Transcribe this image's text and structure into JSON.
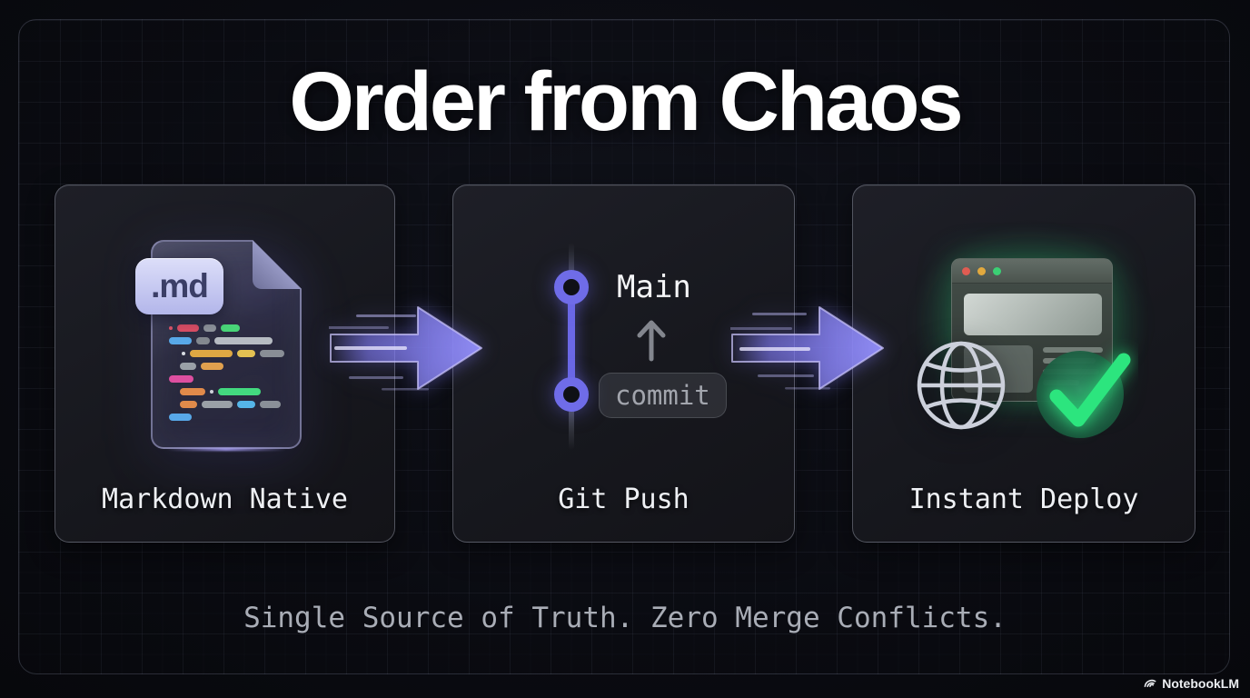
{
  "slide": {
    "title": "Order from Chaos",
    "subtitle": "Single Source of Truth. Zero Merge Conflicts.",
    "watermark": "NotebookLM"
  },
  "cards": {
    "markdown": {
      "label": "Markdown Native",
      "badge": ".md",
      "code_rows": [
        {
          "indent": 0,
          "segments": [
            {
              "t": "dot",
              "c": "#e2566c"
            },
            {
              "t": "pill",
              "c": "#de4f66",
              "w": 24
            },
            {
              "t": "pill",
              "c": "#8f949c",
              "w": 14
            },
            {
              "t": "pill",
              "c": "#49d578",
              "w": 21
            }
          ]
        },
        {
          "indent": 0,
          "segments": [
            {
              "t": "pill",
              "c": "#58a8e8",
              "w": 25
            },
            {
              "t": "pill",
              "c": "#83888f",
              "w": 15
            },
            {
              "t": "pill",
              "c": "#b6bbc2",
              "w": 64
            }
          ]
        },
        {
          "indent": 14,
          "segments": [
            {
              "t": "dot",
              "c": "#d8dce2"
            },
            {
              "t": "pill",
              "c": "#dfa843",
              "w": 47
            },
            {
              "t": "pill",
              "c": "#e3c052",
              "w": 20
            },
            {
              "t": "pill",
              "c": "#898e96",
              "w": 27
            }
          ]
        },
        {
          "indent": 12,
          "segments": [
            {
              "t": "pill",
              "c": "#9aa0a7",
              "w": 18
            },
            {
              "t": "pill",
              "c": "#e0a04e",
              "w": 25
            }
          ]
        },
        {
          "indent": 0,
          "segments": [
            {
              "t": "pill",
              "c": "#dd4fa0",
              "w": 27
            }
          ]
        },
        {
          "indent": 12,
          "segments": [
            {
              "t": "pill",
              "c": "#e08a4a",
              "w": 28
            },
            {
              "t": "dot",
              "c": "#cfd3da"
            },
            {
              "t": "pill",
              "c": "#43d97f",
              "w": 47
            }
          ]
        },
        {
          "indent": 12,
          "segments": [
            {
              "t": "pill",
              "c": "#e08a4a",
              "w": 19
            },
            {
              "t": "pill",
              "c": "#9aa0a7",
              "w": 34
            },
            {
              "t": "pill",
              "c": "#55b5e8",
              "w": 20
            },
            {
              "t": "pill",
              "c": "#8a9098",
              "w": 23
            }
          ]
        },
        {
          "indent": 0,
          "segments": [
            {
              "t": "pill",
              "c": "#58a8e8",
              "w": 25
            }
          ]
        }
      ]
    },
    "git": {
      "label": "Git Push",
      "branch_label": "Main",
      "commit_label": "commit"
    },
    "deploy": {
      "label": "Instant Deploy"
    }
  },
  "colors": {
    "arrow_purple": "#8d89f5",
    "branch_purple": "#6b68e6",
    "success_green": "#2ce57e",
    "badge_bg": "#c9cbf0",
    "traffic_red": "#e05c52",
    "traffic_yellow": "#e2a93e",
    "traffic_green": "#3bcf74"
  }
}
